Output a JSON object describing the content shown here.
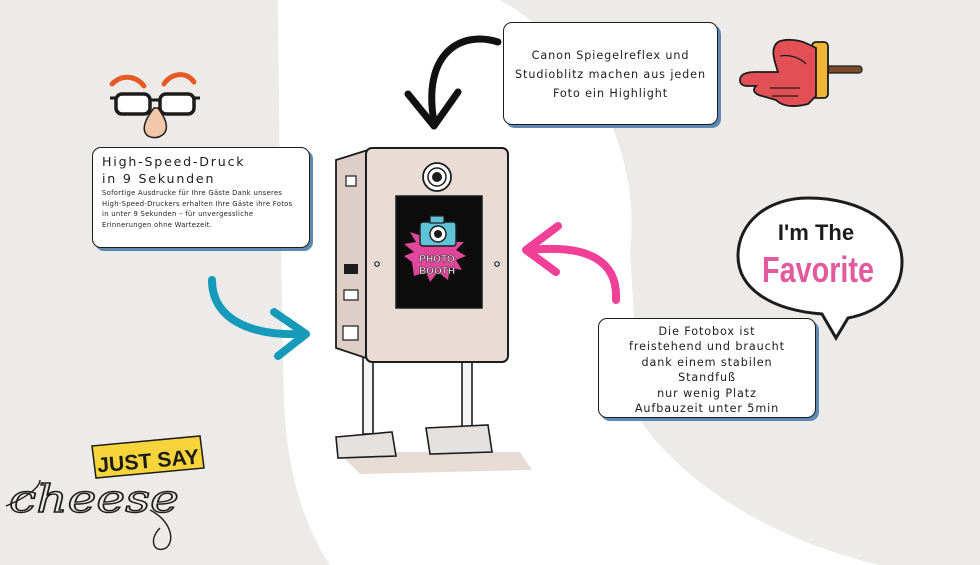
{
  "cards": {
    "top": {
      "text": "Canon Spiegelreflex und Studioblitz machen aus jeden Foto ein Highlight"
    },
    "left": {
      "heading_line1": "High-Speed-Druck",
      "heading_line2": "in 9 Sekunden",
      "body": "Sofortige Ausdrucke für Ihre Gäste Dank unseres High-Speed-Druckers erhalten Ihre Gäste ihre Fotos in unter 9 Sekunden – für unvergessliche Erinnerungen ohne Wartezeit."
    },
    "right": {
      "lines": [
        "Die Fotobox ist",
        "freistehend und braucht",
        "dank einem stabilen",
        "Standfuß",
        "nur wenig Platz",
        "Aufbauzeit unter 5min"
      ]
    }
  },
  "stickers": {
    "favorite_line1": "I'm The",
    "favorite_line2": "Favorite",
    "just_say": "JUST SAY",
    "cheese": "cheese",
    "photo_booth_line1": "PHOTO",
    "photo_booth_line2": "BOOTH"
  },
  "colors": {
    "background": "#ecebea",
    "panel": "#ffffff",
    "arrow_teal": "#159bb9",
    "arrow_pink": "#ef3f97",
    "favorite_pink": "#e05a9c",
    "card_shadow": "#5f88b2",
    "booth_body": "#e9dcd5",
    "sticker_yellow": "#f6d43a"
  },
  "icons": [
    "glasses-nose-icon",
    "pointing-hand-icon",
    "camera-icon"
  ]
}
